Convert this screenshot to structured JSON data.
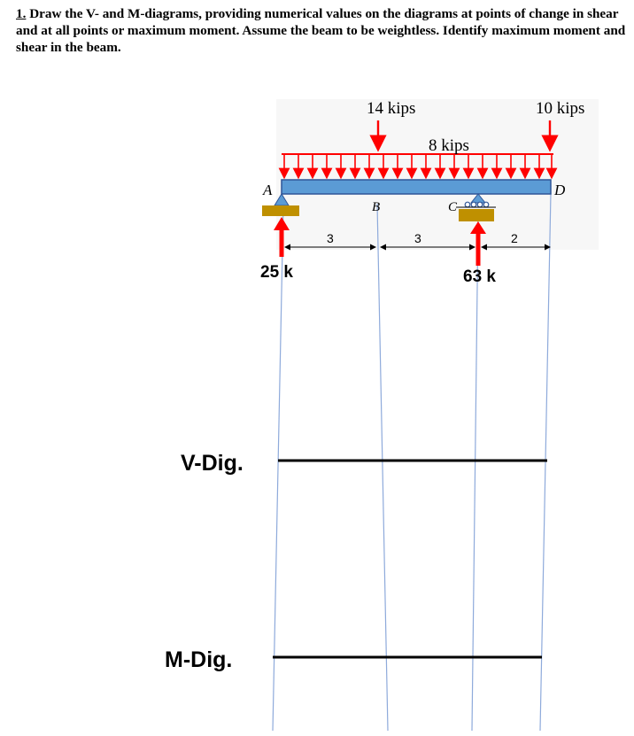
{
  "problem": {
    "number": "1.",
    "text": " Draw the V- and M-diagrams, providing numerical values on the diagrams at points of change in shear and at all points or maximum moment. Assume the beam to be weightless. Identify maximum moment and shear in the beam."
  },
  "loads": {
    "point_b": "14 kips",
    "point_d": "10 kips",
    "distributed": "8 kips"
  },
  "points": {
    "a": "A",
    "b": "B",
    "c": "C",
    "d": "D"
  },
  "dimensions": {
    "ab": "3",
    "bc": "3",
    "cd": "2"
  },
  "reactions": {
    "a": "25 k",
    "c": "63 k"
  },
  "diagrams": {
    "shear_label": "V-Dig.",
    "moment_label": "M-Dig."
  },
  "colors": {
    "beam": "#5b9bd5",
    "beam_edge": "#2f5597",
    "load_arrow": "#ff0000",
    "support": "#bf9000",
    "guide_line": "#8eaadb"
  }
}
